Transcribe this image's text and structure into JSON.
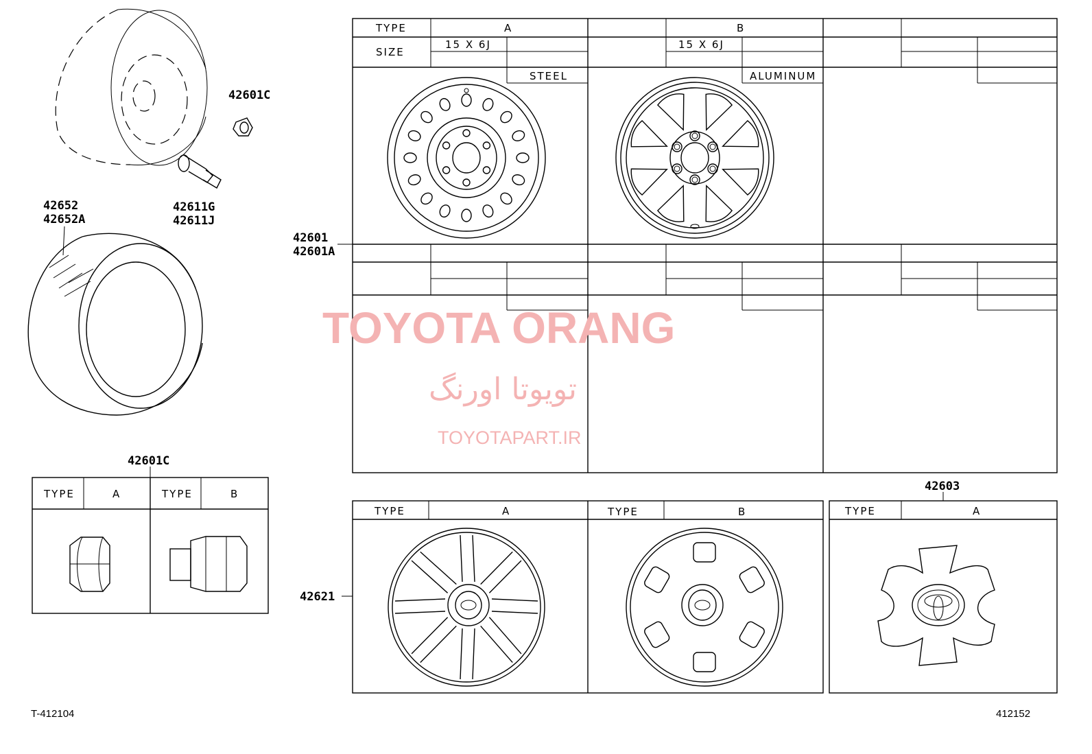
{
  "parts": {
    "nut_top": "42601C",
    "valve_1": "42611G",
    "valve_2": "42611J",
    "tire_1": "42652",
    "tire_2": "42652A",
    "wheel_1": "42601",
    "wheel_2": "42601A",
    "nut_table": "42601C",
    "wheel_cover": "42621",
    "ornament": "42603"
  },
  "wheel_table": {
    "type_label": "TYPE",
    "size_label": "SIZE",
    "col_a": {
      "type": "A",
      "size": "15 X 6J",
      "material": "STEEL"
    },
    "col_b": {
      "type": "B",
      "size": "15 X 6J",
      "material": "ALUMINUM"
    }
  },
  "nut_table": {
    "a": {
      "type_label": "TYPE",
      "type": "A"
    },
    "b": {
      "type_label": "TYPE",
      "type": "B"
    }
  },
  "cover_table": {
    "a": {
      "type_label": "TYPE",
      "type": "A"
    },
    "b": {
      "type_label": "TYPE",
      "type": "B"
    }
  },
  "ornament_table": {
    "type_label": "TYPE",
    "type": "A"
  },
  "watermark": {
    "line1": "TOYOTA ORANG",
    "line2": "تویوتا اورنگ",
    "line3": "TOYOTAPART.IR"
  },
  "footer": {
    "left": "T-412104",
    "right": "412152"
  }
}
